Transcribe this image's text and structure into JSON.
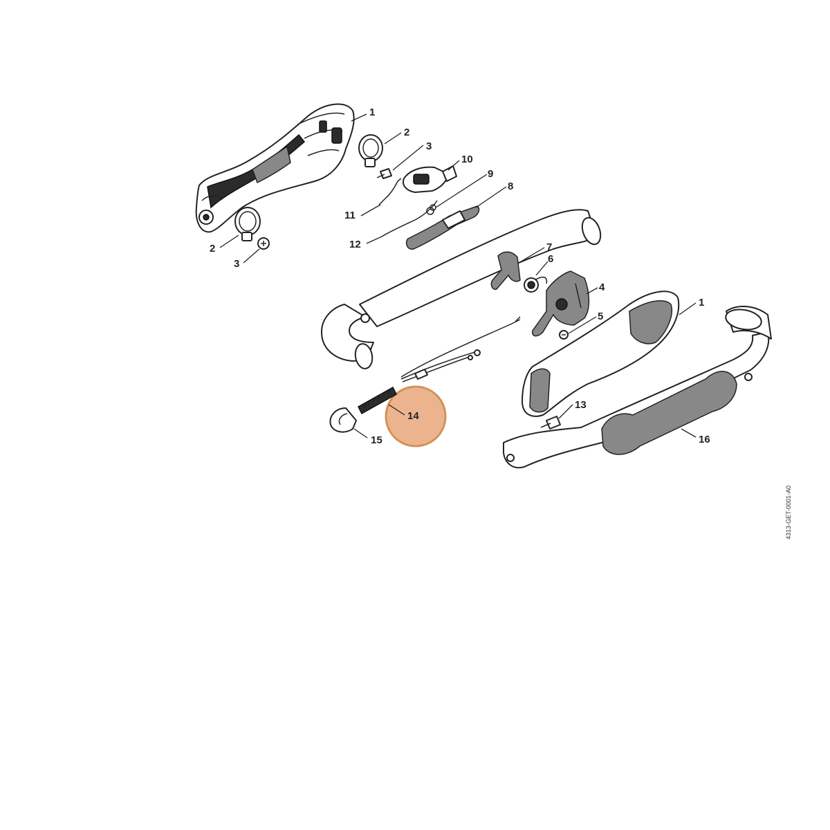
{
  "diagram": {
    "drawing_code": "4313-GET-0001-A0",
    "highlight": {
      "part": "14",
      "color": "#e8a87c",
      "stroke": "#c8803e"
    },
    "callouts": [
      {
        "id": "c1a",
        "text": "1"
      },
      {
        "id": "c2a",
        "text": "2"
      },
      {
        "id": "c3a",
        "text": "3"
      },
      {
        "id": "c10",
        "text": "10"
      },
      {
        "id": "c9",
        "text": "9"
      },
      {
        "id": "c8",
        "text": "8"
      },
      {
        "id": "c11",
        "text": "11"
      },
      {
        "id": "c12",
        "text": "12"
      },
      {
        "id": "c2b",
        "text": "2"
      },
      {
        "id": "c3b",
        "text": "3"
      },
      {
        "id": "c7",
        "text": "7"
      },
      {
        "id": "c6",
        "text": "6"
      },
      {
        "id": "c4",
        "text": "4"
      },
      {
        "id": "c5",
        "text": "5"
      },
      {
        "id": "c1b",
        "text": "1"
      },
      {
        "id": "c14",
        "text": "14"
      },
      {
        "id": "c13",
        "text": "13"
      },
      {
        "id": "c15",
        "text": "15"
      },
      {
        "id": "c16",
        "text": "16"
      }
    ]
  }
}
